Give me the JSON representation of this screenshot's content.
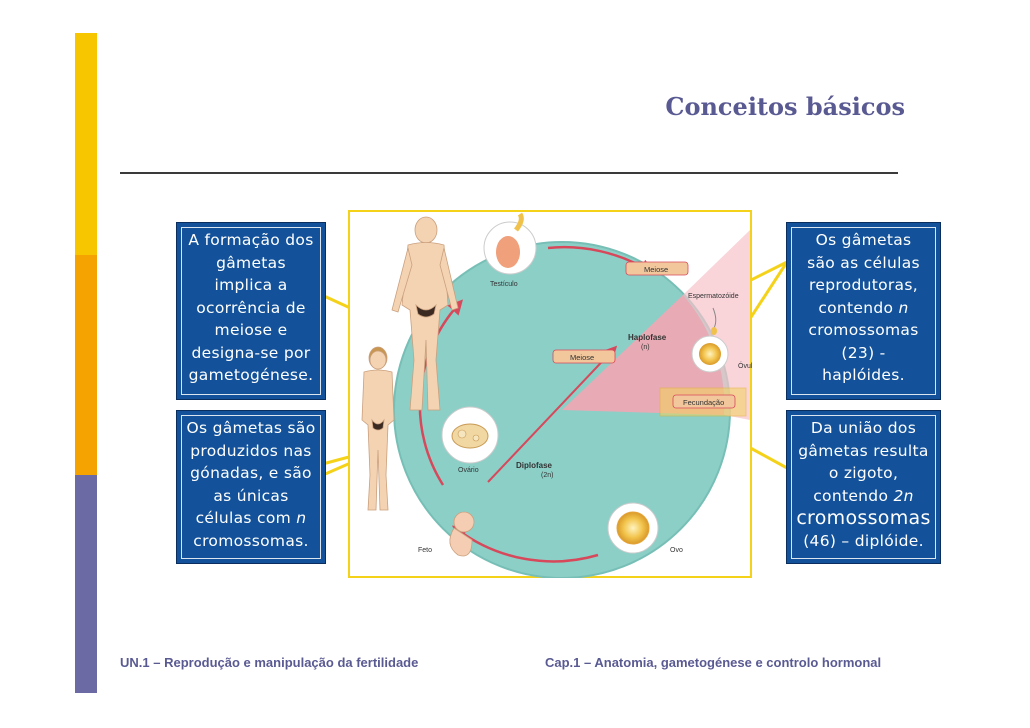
{
  "slide": {
    "title": "Conceitos básicos",
    "colors": {
      "accent_bar_yellow": "#f7c600",
      "accent_bar_orange": "#f5a300",
      "accent_bar_purple": "#6b6aa4",
      "box_blue": "#13529a",
      "title": "#5a5a93"
    }
  },
  "left_boxes": {
    "box1": {
      "line1": "A formação dos",
      "line2": "gâmetas",
      "line3": "implica a",
      "line4": "ocorrência de",
      "line5": "meiose e",
      "line6": "designa-se por",
      "line7": "gametogénese."
    },
    "box2": {
      "line1": "Os gâmetas são",
      "line2": "produzidos nas",
      "line3": "gónadas, e são",
      "line4": "as únicas",
      "line5_pre": "células com ",
      "line5_em": "n",
      "line6": "cromossomas."
    }
  },
  "right_boxes": {
    "box1": {
      "line1": "Os  gâmetas",
      "line2": "são as células",
      "line3": "reprodutoras,",
      "line4_pre": "contendo ",
      "line4_em": "n",
      "line5": "cromossomas",
      "line6": "(23) -",
      "line7": "haplóides."
    },
    "box2": {
      "line1": "Da união dos",
      "line2": "gâmetas resulta",
      "line3": "o zigoto,",
      "line4_pre": "contendo ",
      "line4_em": "2n",
      "line5": "cromossomas",
      "line6": "(46) – diplóide."
    }
  },
  "diagram": {
    "labels": {
      "testiculo": "Testículo",
      "meiose_top": "Meiose",
      "espermatozoide": "Espermatozóide",
      "haplofase": "Haplofase",
      "haplofase_n": "(n)",
      "meiose_mid": "Meiose",
      "ovulo": "Óvulo",
      "fecundacao": "Fecundação",
      "ovario": "Ovário",
      "diplofase": "Diplofase",
      "diplofase_2n": "(2n)",
      "feto": "Feto",
      "ovo": "Ovo"
    }
  },
  "footer": {
    "left": "UN.1 – Reprodução e manipulação da fertilidade",
    "right": "Cap.1 – Anatomia, gametogénese e controlo hormonal"
  }
}
